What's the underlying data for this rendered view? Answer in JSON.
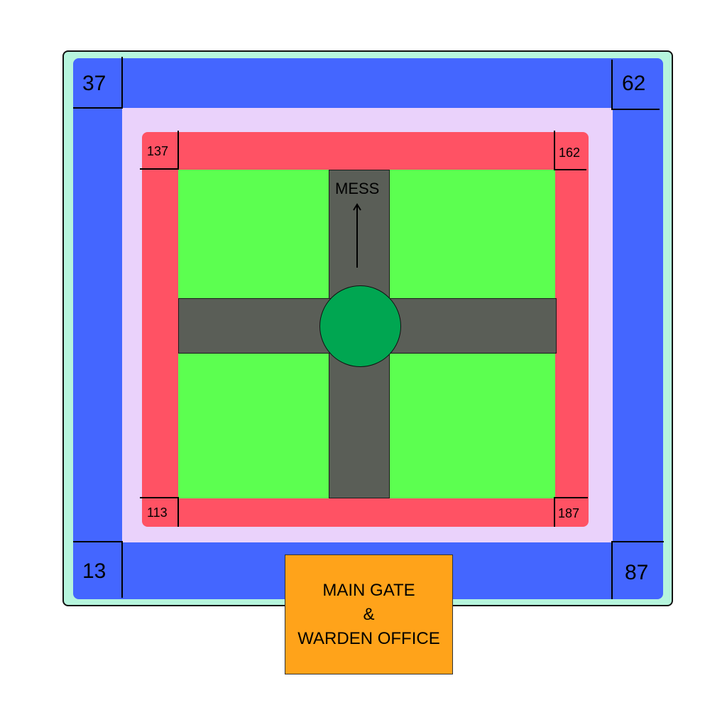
{
  "colors": {
    "outer_fill": "#b6f5dd",
    "outer_wing": "#4466ff",
    "courtyard": "#ead2fb",
    "inner_wing": "#ff5264",
    "lawn": "#5cff50",
    "road": "#5a5e57",
    "center_circle": "#00a651",
    "gate": "#ffa31a"
  },
  "outer_rooms": {
    "top_left": "37",
    "top_right": "62",
    "bottom_left": "13",
    "bottom_right": "87"
  },
  "inner_rooms": {
    "top_left": "137",
    "top_right": "162",
    "bottom_left": "113",
    "bottom_right": "187"
  },
  "mess": {
    "label": "MESS",
    "direction_icon": "up-arrow-icon"
  },
  "gate": {
    "line1": "MAIN GATE",
    "line2": "&",
    "line3": "WARDEN OFFICE"
  }
}
